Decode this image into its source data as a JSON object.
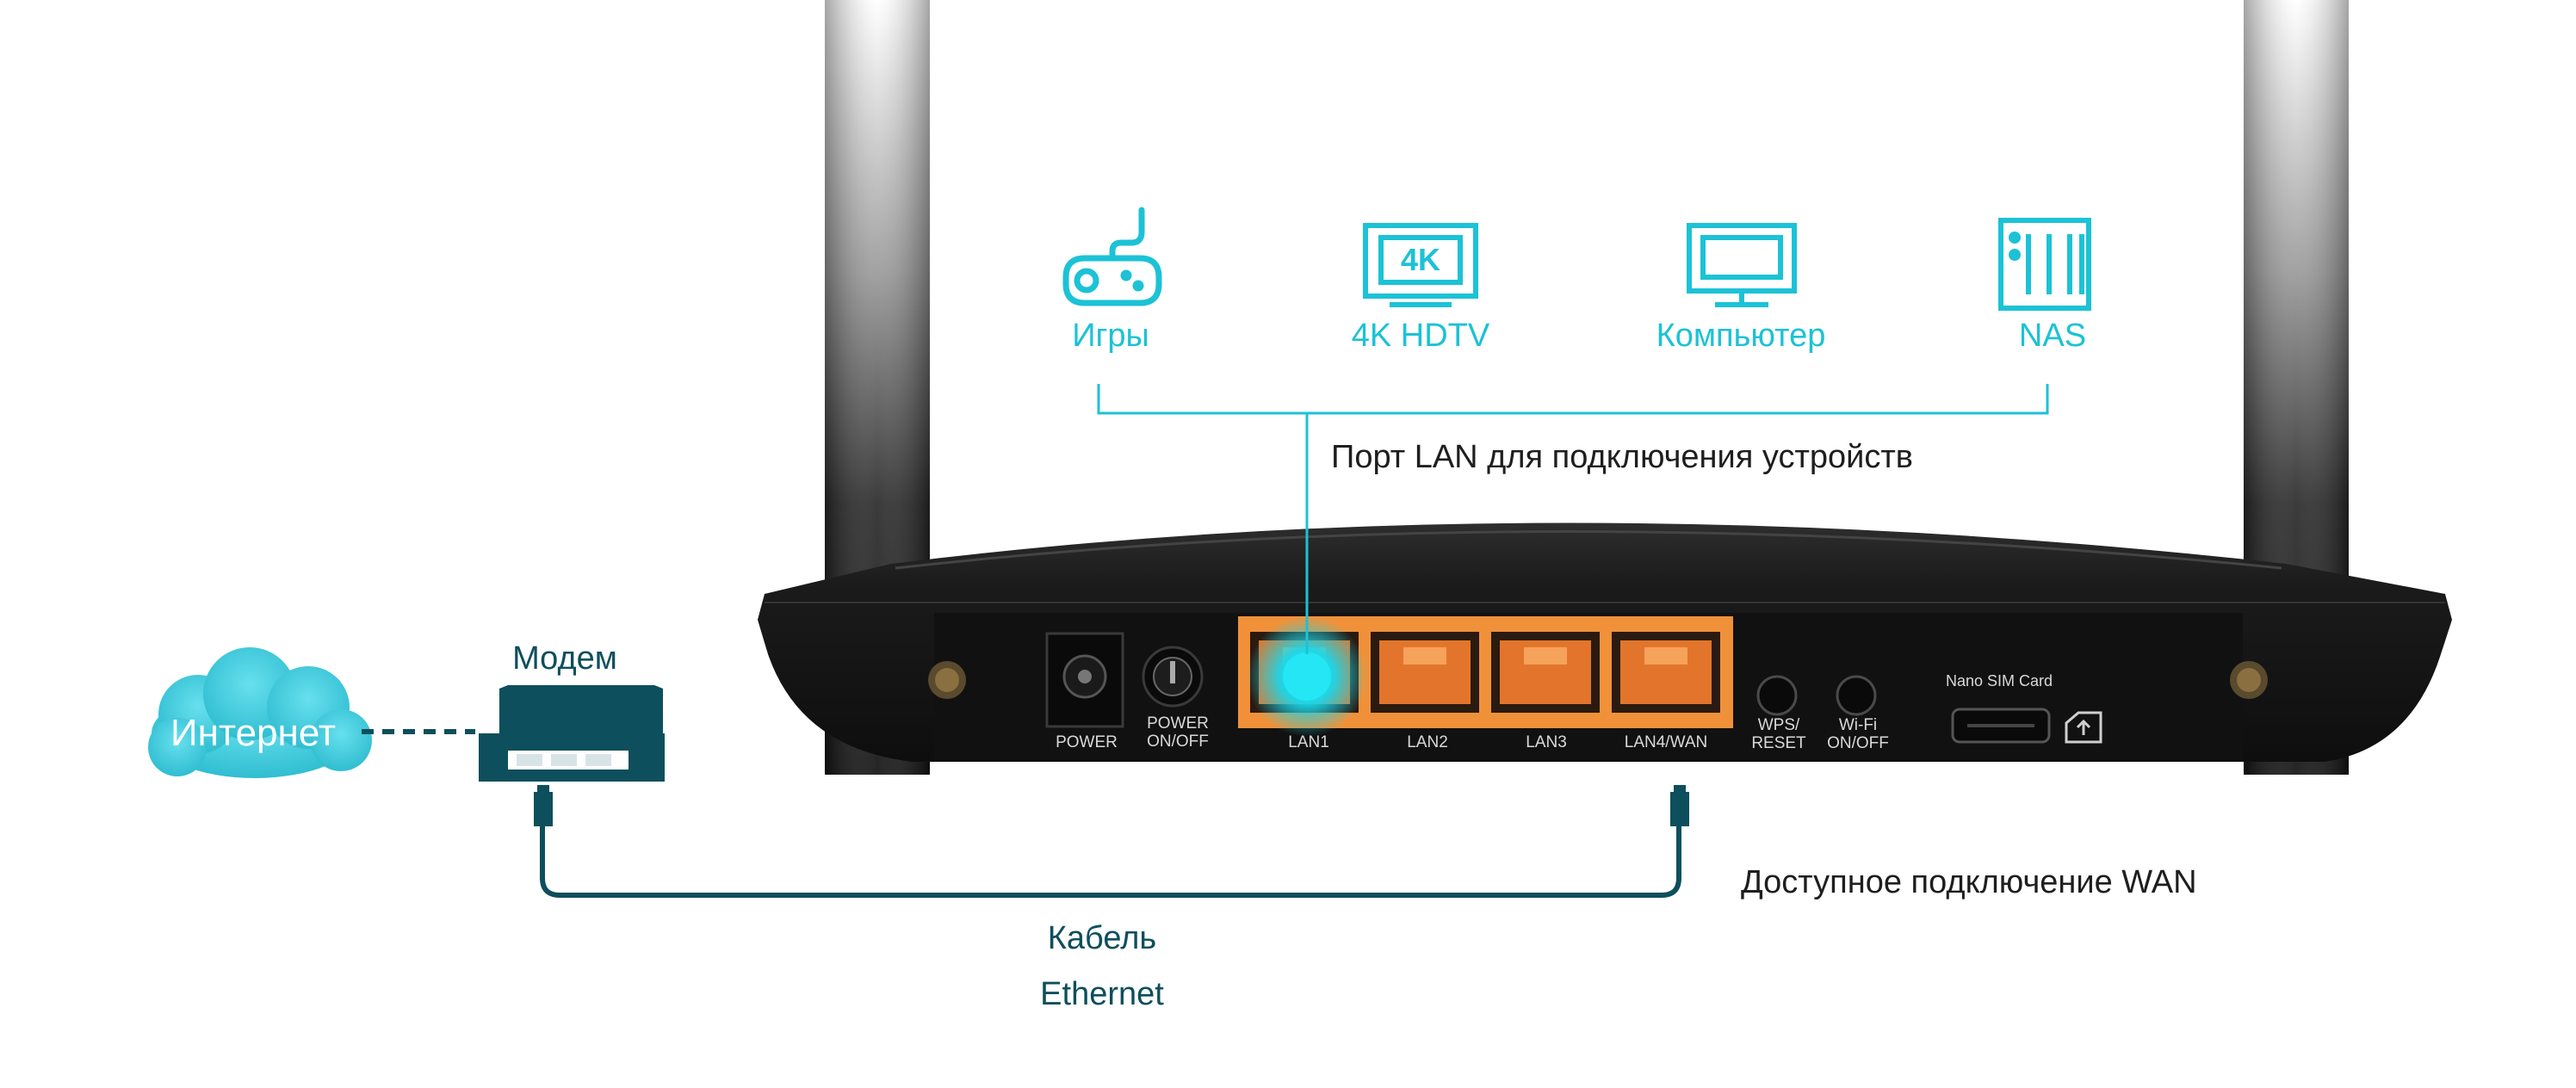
{
  "devices": [
    {
      "label": "Игры",
      "icon": "gamepad-icon"
    },
    {
      "label": "4K HDTV",
      "icon": "tv-4k-icon",
      "badge": "4K"
    },
    {
      "label": "Компьютер",
      "icon": "monitor-icon"
    },
    {
      "label": "NAS",
      "icon": "nas-icon"
    }
  ],
  "lan_caption": "Порт LAN для подключения устройств",
  "wan_caption": "Доступное подключение WAN",
  "cloud_label": "Интернет",
  "modem_label": "Модем",
  "cable_label_line1": "Кабель",
  "cable_label_line2": "Ethernet",
  "router": {
    "power_label": "POWER",
    "power_switch_label": [
      "POWER",
      "ON/OFF"
    ],
    "ports": [
      "LAN1",
      "LAN2",
      "LAN3",
      "LAN4/WAN"
    ],
    "wps_label": [
      "WPS/",
      "RESET"
    ],
    "wifi_label": [
      "Wi-Fi",
      "ON/OFF"
    ],
    "sim_label": "Nano SIM Card"
  },
  "colors": {
    "accent": "#1cc2d6",
    "modem": "#0d4f5c",
    "port_panel": "#f0913a",
    "router_body": "#1a1a1a"
  }
}
